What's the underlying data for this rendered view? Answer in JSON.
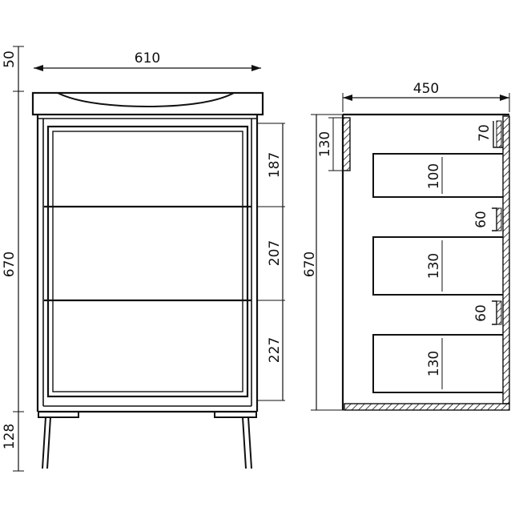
{
  "front_view": {
    "top_width": "610",
    "basin_height": "50",
    "body_height": "670",
    "leg_height": "128",
    "drawer_1": "187",
    "drawer_2": "207",
    "drawer_3": "227"
  },
  "side_view": {
    "depth": "450",
    "body_height": "670",
    "back_panel": "130",
    "gap_1": "70",
    "drawer_1": "100",
    "gap_2": "60",
    "drawer_2": "130",
    "gap_3": "60",
    "drawer_3": "130"
  },
  "colors": {
    "line": "#111111",
    "background": "#ffffff"
  }
}
